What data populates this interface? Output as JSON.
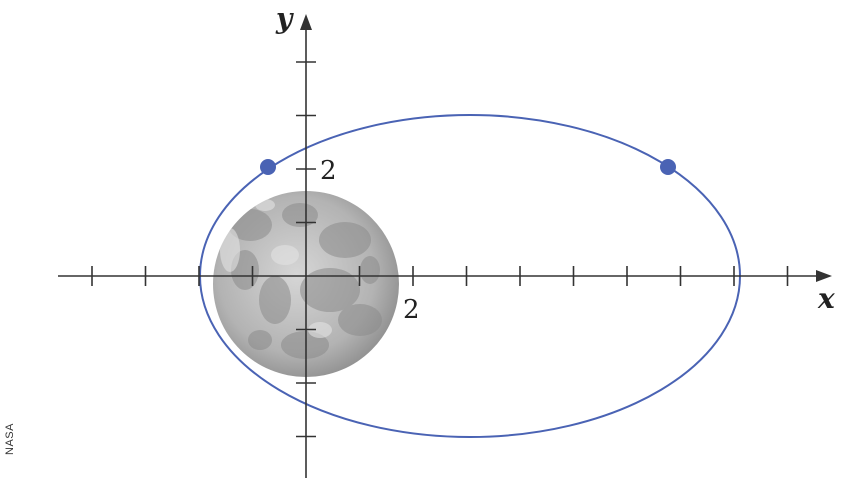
{
  "axes": {
    "x_label": "x",
    "y_label": "y"
  },
  "tick_labels": {
    "x_two": "2",
    "y_two": "2"
  },
  "credit": "NASA",
  "colors": {
    "orbit": "#4a63b4",
    "satellite_dot": "#4a63b4",
    "axes": "#333333",
    "moon_light": "#c9c9c9",
    "moon_dark": "#8f8f8f"
  }
}
